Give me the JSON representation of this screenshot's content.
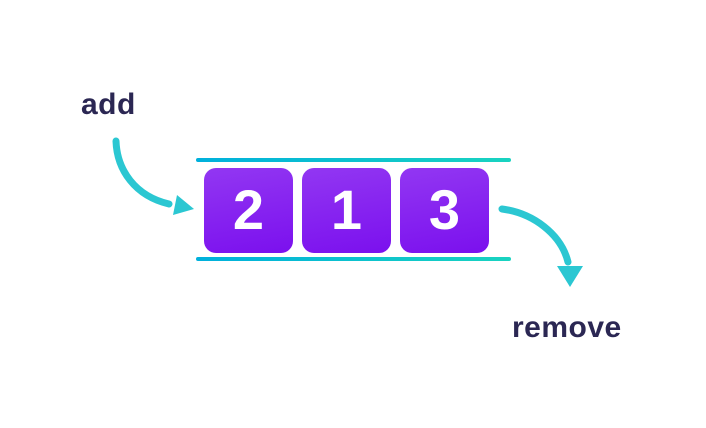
{
  "diagram": {
    "type": "queue",
    "labels": {
      "add": "add",
      "remove": "remove"
    },
    "queue": {
      "items": [
        "2",
        "1",
        "3"
      ]
    },
    "icons": {
      "add_arrow": "curved-arrow-down-right-icon",
      "remove_arrow": "curved-arrow-down-icon"
    },
    "colors": {
      "background": "#ffffff",
      "label_text": "#2b2753",
      "arrow": "#2bc7d2",
      "rail_gradient_start": "#00b0dc",
      "rail_gradient_end": "#19d3c0",
      "box_gradient_top": "#9237f2",
      "box_gradient_bottom": "#7b10ee",
      "box_text": "#ffffff"
    }
  }
}
